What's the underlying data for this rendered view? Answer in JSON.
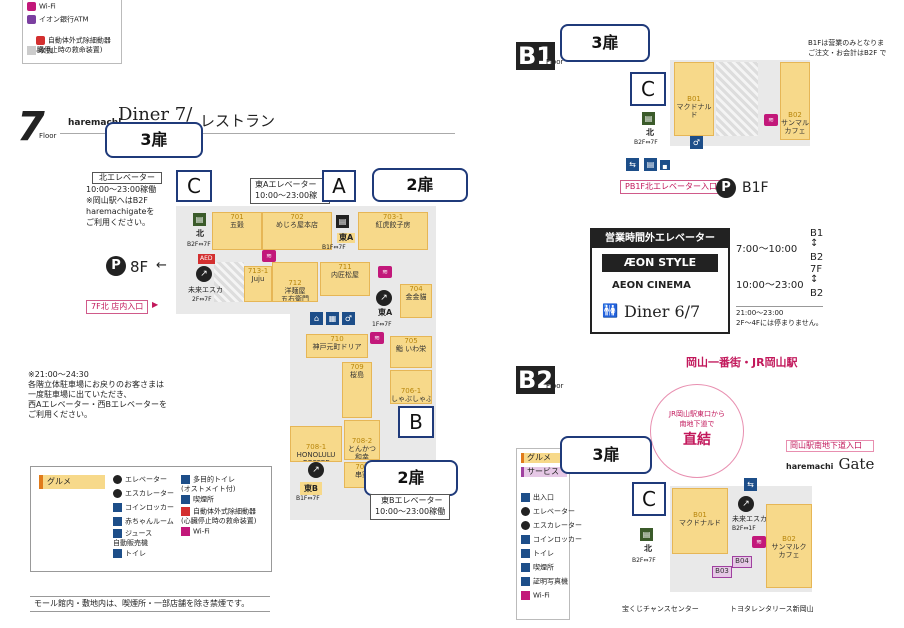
{
  "top_legend": {
    "items": [
      {
        "icon": "wifi-icon",
        "label": "Wi-Fi"
      },
      {
        "icon": "atm-icon",
        "label": "イオン銀行ATM"
      },
      {
        "icon": "aed-icon",
        "label": "自動体外式除細動器\n(心臓停止時の救命装置)"
      },
      {
        "icon": "smoking-area-icon",
        "label": "吹抜"
      }
    ]
  },
  "floor7": {
    "floor_num": "7",
    "floor_word": "Floor",
    "header_brand": "haremachi",
    "header_title": "Diner 7/",
    "header_sub": "レストラン",
    "callout_c": "3扉",
    "letter_c": "C",
    "callout_a": "2扉",
    "letter_a": "A",
    "callout_b": "2扉",
    "letter_b": "B",
    "north_elevator_title": "北エレベーター",
    "north_elevator_hours": "10:00～23:00稼働",
    "north_elevator_note1": "※岡山駅へはB2F",
    "north_elevator_note2": "haremachigateを",
    "north_elevator_note3": "ご利用ください。",
    "east_a_elevator_title": "東Aエレベーター",
    "east_a_elevator_hours": "10:00～23:00稼",
    "parking_floor": "8F",
    "parking_arrow": "←",
    "north_entrance": "7F北 店内入口",
    "north_tag": "北",
    "north_range": "B2F⇔7F",
    "east_a_tag": "東A",
    "east_a_range": "B1F⇔7F",
    "east_a_esc_tag": "東A",
    "east_a_esc_range": "1F⇔7F",
    "future_esc": "未来エスカ",
    "future_esc_range": "2F⇔7F",
    "east_b_tag": "東B",
    "east_b_range": "B1F⇔7F",
    "east_b_elev_title": "東Bエレベーター",
    "east_b_elev_hours": "10:00～23:00稼働",
    "night_note1": "※21:00～24:30",
    "night_note2": "各階立体駐車場にお戻りのお客さまは",
    "night_note3": "一度駐車場に出ていただき、",
    "night_note4": "西Aエレベーター・西Bエレベーターを",
    "night_note5": "ご利用ください。",
    "shops": [
      {
        "num": "701",
        "name": "五穀"
      },
      {
        "num": "702",
        "name": "めじろ屋本店"
      },
      {
        "num": "703-1",
        "name": "紅虎餃子房"
      },
      {
        "num": "713-1",
        "name": "Juju"
      },
      {
        "num": "712",
        "name": "洋麺屋\n五右衛門"
      },
      {
        "num": "711",
        "name": "内匠松屋"
      },
      {
        "num": "704",
        "name": "金金貓"
      },
      {
        "num": "710",
        "name": "神戸元町ドリア"
      },
      {
        "num": "705",
        "name": "鮨 いわ栄"
      },
      {
        "num": "709",
        "name": "桜島"
      },
      {
        "num": "706-1",
        "name": "しゃぶしゃぶ\n美山"
      },
      {
        "num": "708-1",
        "name": "HONOLULU\nCOFFEE"
      },
      {
        "num": "708-2",
        "name": "とんかつ\n和幸"
      },
      {
        "num": "707",
        "name": "串家"
      }
    ]
  },
  "legend7": {
    "gourmet": "グルメ",
    "items": [
      {
        "icon": "elevator-icon",
        "label": "エレベーター"
      },
      {
        "icon": "escalator-icon",
        "label": "エスカレーター"
      },
      {
        "icon": "coin-locker-icon",
        "label": "コインロッカー"
      },
      {
        "icon": "baby-room-icon",
        "label": "赤ちゃんルーム"
      },
      {
        "icon": "vending-icon",
        "label": "ジュース\n自動販売機"
      },
      {
        "icon": "toilet-icon",
        "label": "トイレ"
      },
      {
        "icon": "multipurpose-toilet-icon",
        "label": "多目的トイレ\n(オストメイト付)"
      },
      {
        "icon": "smoking-icon",
        "label": "喫煙所"
      },
      {
        "icon": "aed-icon",
        "label": "自動体外式除細動器\n(心臓停止時の救命装置)"
      },
      {
        "icon": "wifi-icon",
        "label": "Wi-Fi"
      }
    ],
    "no_smoking": "モール館内・敷地内は、喫煙所・一部店舗を除き禁煙です。"
  },
  "b1": {
    "floor_num": "B1",
    "floor_word": "Floor",
    "callout": "3扉",
    "letter": "C",
    "note1": "B1Fは营業のみとなりま",
    "note2": "ご注文・お会計はB2F で",
    "shop_b01_num": "B01",
    "shop_b01_name": "マクドナルド",
    "shop_b02_num": "B02",
    "shop_b02_name": "サンマルク\nカフェ",
    "north_tag": "北",
    "north_range": "B2F⇔7F",
    "elevator_entrance": "PB1F北エレベーター入口",
    "parking_floor": "B1F"
  },
  "hours": {
    "title": "営業時間外エレベーター",
    "aeon_style": "ÆON STYLE",
    "aeon_cinema": "AEON CINEMA",
    "diner": "Diner 6/7",
    "row1_time": "7:00～10:00",
    "row1_top": "B1",
    "row1_bottom": "B2",
    "row2_time": "10:00～23:00",
    "row2_top": "7F",
    "row2_bottom": "B2",
    "foot1": "21:00～23:00",
    "foot2": "2F～4Fには停まりません。"
  },
  "b2": {
    "floor_num": "B2",
    "floor_word": "Floor",
    "callout": "3扉",
    "letter": "C",
    "ichibangai": "岡山一番街・JR岡山駅",
    "direct1": "JR岡山駅東口から",
    "direct2": "南地下道で",
    "direct3": "直結",
    "gate_label": "岡山駅南地下道入口",
    "gate_brand": "haremachi",
    "gate_name": "Gate",
    "shop_b01_num": "B01",
    "shop_b01_name": "マクドナルド",
    "shop_b02_num": "B02",
    "shop_b02_name": "サンマルク\nカフェ",
    "shop_b03": "B03",
    "shop_b04": "B04",
    "future_esc": "未来エスカ",
    "future_esc_range": "B2F⇔1F",
    "north_tag": "北",
    "north_range": "B2F⇔7F",
    "takara": "宝くじチャンスセンター",
    "toyota": "トヨタレンタリース新岡山",
    "legend_gourmet": "グルメ",
    "legend_service": "サービス",
    "legend": [
      {
        "icon": "exit-icon",
        "label": "出入口"
      },
      {
        "icon": "elevator-icon",
        "label": "エレベーター"
      },
      {
        "icon": "escalator-icon",
        "label": "エスカレーター"
      },
      {
        "icon": "coin-locker-icon",
        "label": "コインロッカー"
      },
      {
        "icon": "toilet-icon",
        "label": "トイレ"
      },
      {
        "icon": "smoking-icon",
        "label": "喫煙所"
      },
      {
        "icon": "photo-booth-icon",
        "label": "証明写真機"
      },
      {
        "icon": "wifi-icon",
        "label": "Wi-Fi"
      }
    ]
  },
  "colors": {
    "shop": "#f7d98a",
    "callout_border": "#1f3a7a",
    "accent_pink": "#c2185b",
    "dark": "#222222"
  }
}
